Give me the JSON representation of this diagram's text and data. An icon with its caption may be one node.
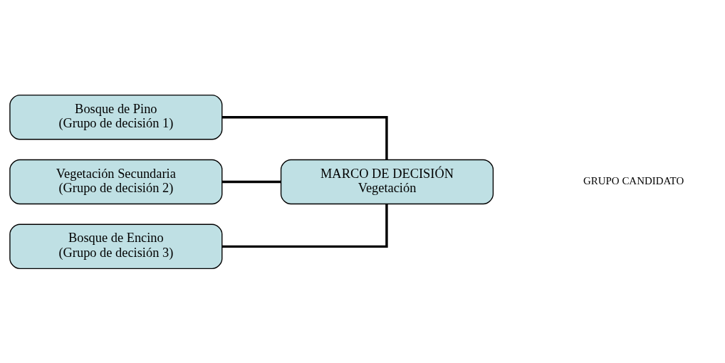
{
  "diagram": {
    "nodes": [
      {
        "text": [
          "MARCO DE DECISIÓN",
          "Vegetación"
        ]
      },
      {
        "text": [
          "Bosque de Pino",
          "(Grupo de decisión 1)"
        ]
      },
      {
        "text": [
          "Vegetación Secundaria",
          "(Grupo de decisión 2)"
        ]
      },
      {
        "text": [
          "Bosque de Encino",
          "(Grupo de decisión 3)"
        ]
      }
    ],
    "edges": [
      {
        "from": 0,
        "to": 1,
        "arrow": "none"
      },
      {
        "from": 0,
        "to": 2,
        "arrow": "none"
      },
      {
        "from": 0,
        "to": 3,
        "arrow": "none"
      }
    ],
    "labels": [
      "GRUPO CANDIDATO"
    ]
  }
}
